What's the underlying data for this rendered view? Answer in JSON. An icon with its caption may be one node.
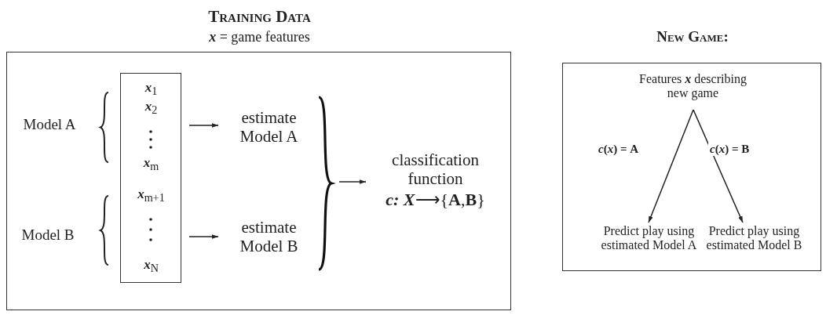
{
  "diagram": {
    "nodes": [
      {
        "text": [
          "Training Data",
          "*x* = game features"
        ]
      },
      {
        "text": [
          "*x*$_{1}$",
          "*x*$_{2}$",
          "*x*$_{m}$",
          "*x*$_{m+1}$",
          "*x*$_{N}$"
        ],
        "in": 0
      },
      {
        "text": [
          "estimate Model A"
        ],
        "in": 0
      },
      {
        "text": [
          "estimate Model B"
        ],
        "in": 0
      },
      {
        "text": [
          "classification function",
          "*c: X*⟶{**A**,**B**}"
        ],
        "in": 0
      },
      {
        "text": [
          "New Game:"
        ]
      },
      {
        "text": [
          "Features *x* describing new game"
        ],
        "in": 5
      },
      {
        "text": [
          "Predict play using estimated Model A"
        ],
        "in": 5
      },
      {
        "text": [
          "Predict play using estimated Model B"
        ],
        "in": 5
      },
      {
        "text": [],
        "shape": "brace",
        "in": 0
      }
    ],
    "edges": [
      {
        "from": 1,
        "to": 2,
        "arrow": "to"
      },
      {
        "from": 1,
        "to": 3,
        "arrow": "to"
      },
      {
        "from": 9,
        "to": 4,
        "arrow": "to"
      },
      {
        "from": 6,
        "to": 7,
        "arrow": "to",
        "label": "*c*(*x*) = **A**"
      },
      {
        "from": 6,
        "to": 8,
        "arrow": "to",
        "label": "*c*(*x*) = **B**"
      }
    ],
    "labels": [
      "Model A",
      "Model B"
    ]
  }
}
